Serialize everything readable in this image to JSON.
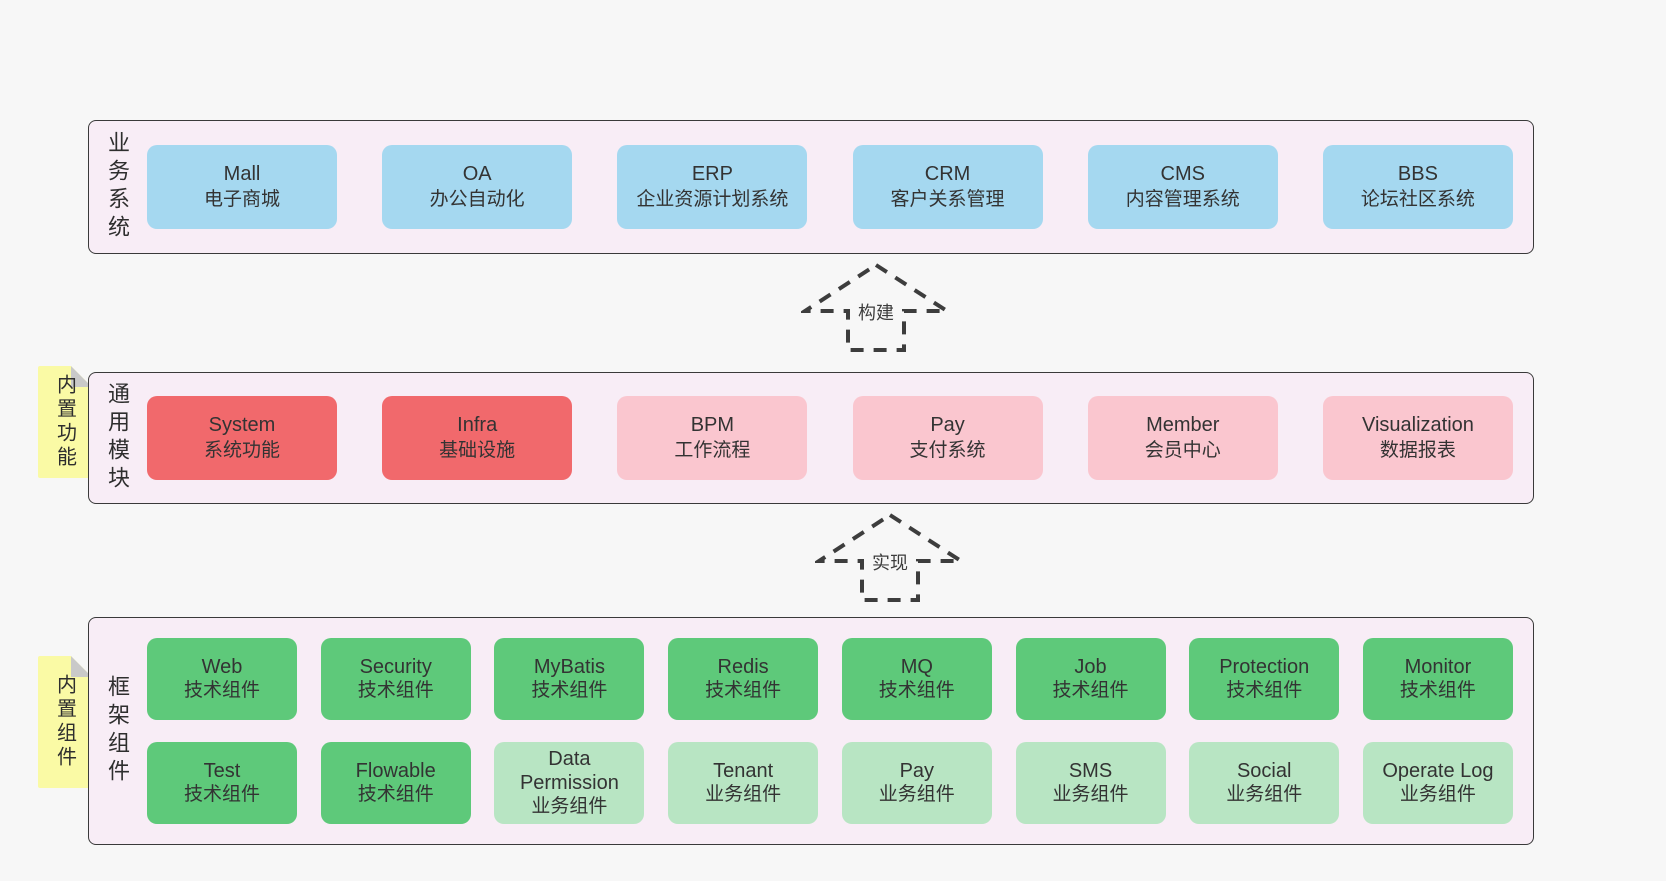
{
  "colors": {
    "page_bg": "#f7f7f7",
    "panel_bg": "#f8edf6",
    "panel_border": "#3a3a3a",
    "blue_box": "#a5d8f0",
    "red_box": "#f1696c",
    "pink_box": "#fac6cf",
    "green_box": "#5ec97a",
    "light_green_box": "#b8e5c3",
    "note_yellow": "#fafaa5",
    "note_fold_gray": "#c9c9c9",
    "arrow_stroke": "#3d3d3d",
    "text": "#333333"
  },
  "business_panel": {
    "label": "业务系统",
    "boxes": [
      {
        "title": "Mall",
        "subtitle": "电子商城",
        "variant": "blue"
      },
      {
        "title": "OA",
        "subtitle": "办公自动化",
        "variant": "blue"
      },
      {
        "title": "ERP",
        "subtitle": "企业资源计划系统",
        "variant": "blue"
      },
      {
        "title": "CRM",
        "subtitle": "客户关系管理",
        "variant": "blue"
      },
      {
        "title": "CMS",
        "subtitle": "内容管理系统",
        "variant": "blue"
      },
      {
        "title": "BBS",
        "subtitle": "论坛社区系统",
        "variant": "blue"
      }
    ]
  },
  "arrows": {
    "build": {
      "label": "构建"
    },
    "implement": {
      "label": "实现"
    }
  },
  "module_panel": {
    "label": "通用模块",
    "note": "内置功能",
    "boxes": [
      {
        "title": "System",
        "subtitle": "系统功能",
        "variant": "red"
      },
      {
        "title": "Infra",
        "subtitle": "基础设施",
        "variant": "red"
      },
      {
        "title": "BPM",
        "subtitle": "工作流程",
        "variant": "pink"
      },
      {
        "title": "Pay",
        "subtitle": "支付系统",
        "variant": "pink"
      },
      {
        "title": "Member",
        "subtitle": "会员中心",
        "variant": "pink"
      },
      {
        "title": "Visualization",
        "subtitle": "数据报表",
        "variant": "pink"
      }
    ]
  },
  "framework_panel": {
    "label": "框架组件",
    "note": "内置组件",
    "rows": [
      [
        {
          "title": "Web",
          "subtitle": "技术组件",
          "variant": "green"
        },
        {
          "title": "Security",
          "subtitle": "技术组件",
          "variant": "green"
        },
        {
          "title": "MyBatis",
          "subtitle": "技术组件",
          "variant": "green"
        },
        {
          "title": "Redis",
          "subtitle": "技术组件",
          "variant": "green"
        },
        {
          "title": "MQ",
          "subtitle": "技术组件",
          "variant": "green"
        },
        {
          "title": "Job",
          "subtitle": "技术组件",
          "variant": "green"
        },
        {
          "title": "Protection",
          "subtitle": "技术组件",
          "variant": "green"
        },
        {
          "title": "Monitor",
          "subtitle": "技术组件",
          "variant": "green"
        }
      ],
      [
        {
          "title": "Test",
          "subtitle": "技术组件",
          "variant": "green"
        },
        {
          "title": "Flowable",
          "subtitle": "技术组件",
          "variant": "green"
        },
        {
          "title": "Data Permission",
          "subtitle": "业务组件",
          "variant": "light-green"
        },
        {
          "title": "Tenant",
          "subtitle": "业务组件",
          "variant": "light-green"
        },
        {
          "title": "Pay",
          "subtitle": "业务组件",
          "variant": "light-green"
        },
        {
          "title": "SMS",
          "subtitle": "业务组件",
          "variant": "light-green"
        },
        {
          "title": "Social",
          "subtitle": "业务组件",
          "variant": "light-green"
        },
        {
          "title": "Operate Log",
          "subtitle": "业务组件",
          "variant": "light-green"
        }
      ]
    ]
  }
}
